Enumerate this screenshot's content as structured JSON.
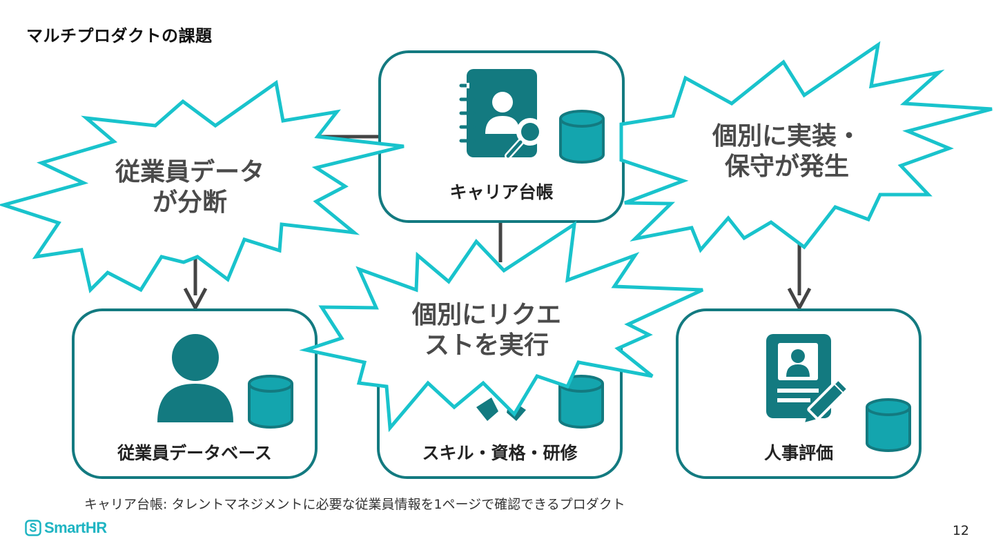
{
  "slide": {
    "title": "マルチプロダクトの課題",
    "page_number": "12",
    "footnote": "キャリア台帳: タレントマネジメントに必要な従業員情報を1ページで確認できるプロダクト",
    "logo_text": "SmartHR"
  },
  "nodes": {
    "career": {
      "label": "キャリア台帳"
    },
    "employee_db": {
      "label": "従業員データベース"
    },
    "skills": {
      "label": "スキル・資格・研修"
    },
    "evaluation": {
      "label": "人事評価"
    }
  },
  "bursts": {
    "left": {
      "text": "従業員データ\nが分断"
    },
    "center": {
      "text": "個別にリクエ\nストを実行"
    },
    "right": {
      "text": "個別に実装・\n保守が発生"
    }
  },
  "colors": {
    "box_border": "#137a80",
    "icon_teal": "#137a80",
    "db_teal": "#14a5ae",
    "burst_stroke": "#19c3cc",
    "arrow": "#444444"
  }
}
